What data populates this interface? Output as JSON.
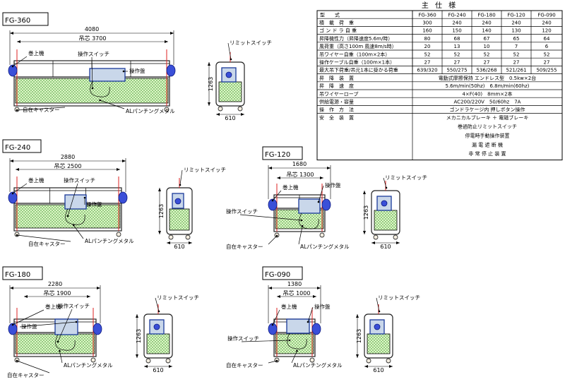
{
  "labels": {
    "winch": "巻上機",
    "op_switch": "操作スイッチ",
    "limit_switch": "リミットスイッチ",
    "op_panel": "操作盤",
    "al_punching": "ALパンチングメタル",
    "caster": "自在キャスター",
    "span_prefix": "吊芯"
  },
  "models": [
    {
      "key": "360",
      "tag": "FG-360",
      "overall": "4080",
      "span": "3700",
      "height": "1263",
      "depth": "610"
    },
    {
      "key": "240",
      "tag": "FG-240",
      "overall": "2880",
      "span": "2500",
      "height": "1263",
      "depth": "610"
    },
    {
      "key": "120",
      "tag": "FG-120",
      "overall": "1680",
      "span": "1300",
      "height": "1263",
      "depth": "610"
    },
    {
      "key": "180",
      "tag": "FG-180",
      "overall": "2280",
      "span": "1900",
      "height": "1263",
      "depth": "610"
    },
    {
      "key": "090",
      "tag": "FG-090",
      "overall": "1380",
      "span": "1000",
      "height": "1263",
      "depth": "610"
    }
  ],
  "spec": {
    "title": "主 仕 様",
    "columns": [
      "型　　式",
      "FG-360",
      "FG-240",
      "FG-180",
      "FG-120",
      "FG-090"
    ],
    "rows": [
      [
        "積　載　荷　重",
        "300",
        "240",
        "240",
        "240",
        "240"
      ],
      [
        "ゴ ン ド ラ 自 重",
        "160",
        "150",
        "140",
        "130",
        "120"
      ],
      [
        "昇降機性力（昇降速度5.6m/時）",
        "80",
        "68",
        "67",
        "65",
        "64"
      ],
      [
        "風荷重（高さ100m 風速8m/s時）",
        "20",
        "13",
        "10",
        "7",
        "6"
      ],
      [
        "吊ワイヤー自重（100m×2本）",
        "52",
        "52",
        "52",
        "52",
        "52"
      ],
      [
        "操作ケーブル自重（100m×1本）",
        "27",
        "27",
        "27",
        "27",
        "27"
      ],
      [
        "最大吊下荷重/吊元1本に掛かる荷重",
        "639/320",
        "550/275",
        "536/268",
        "521/261",
        "509/255"
      ]
    ],
    "merged_rows": [
      [
        "昇　降　装　置",
        "電動式摩擦保持 エンドレス型　0.5kw×2台"
      ],
      [
        "昇　降　速　度",
        "5.6m/min(50hz)　6.8m/min(60hz)"
      ],
      [
        "吊ワイヤーロープ",
        "4×F(40)　8mm×2本"
      ],
      [
        "供給電源・容量",
        "AC200/220V　50/60hz　7A"
      ],
      [
        "操　作　方　法",
        "ゴンドラケージ内 押しボタン操作"
      ]
    ],
    "safety_label": "安　全　装　置",
    "safety_items": [
      "メカニカルブレーキ ＋ 電磁ブレーキ",
      "巻過防止リミットスイッチ",
      "停電時手動操作装置",
      "漏 電 遮 断 機",
      "非 常 停 止 装 置"
    ]
  }
}
